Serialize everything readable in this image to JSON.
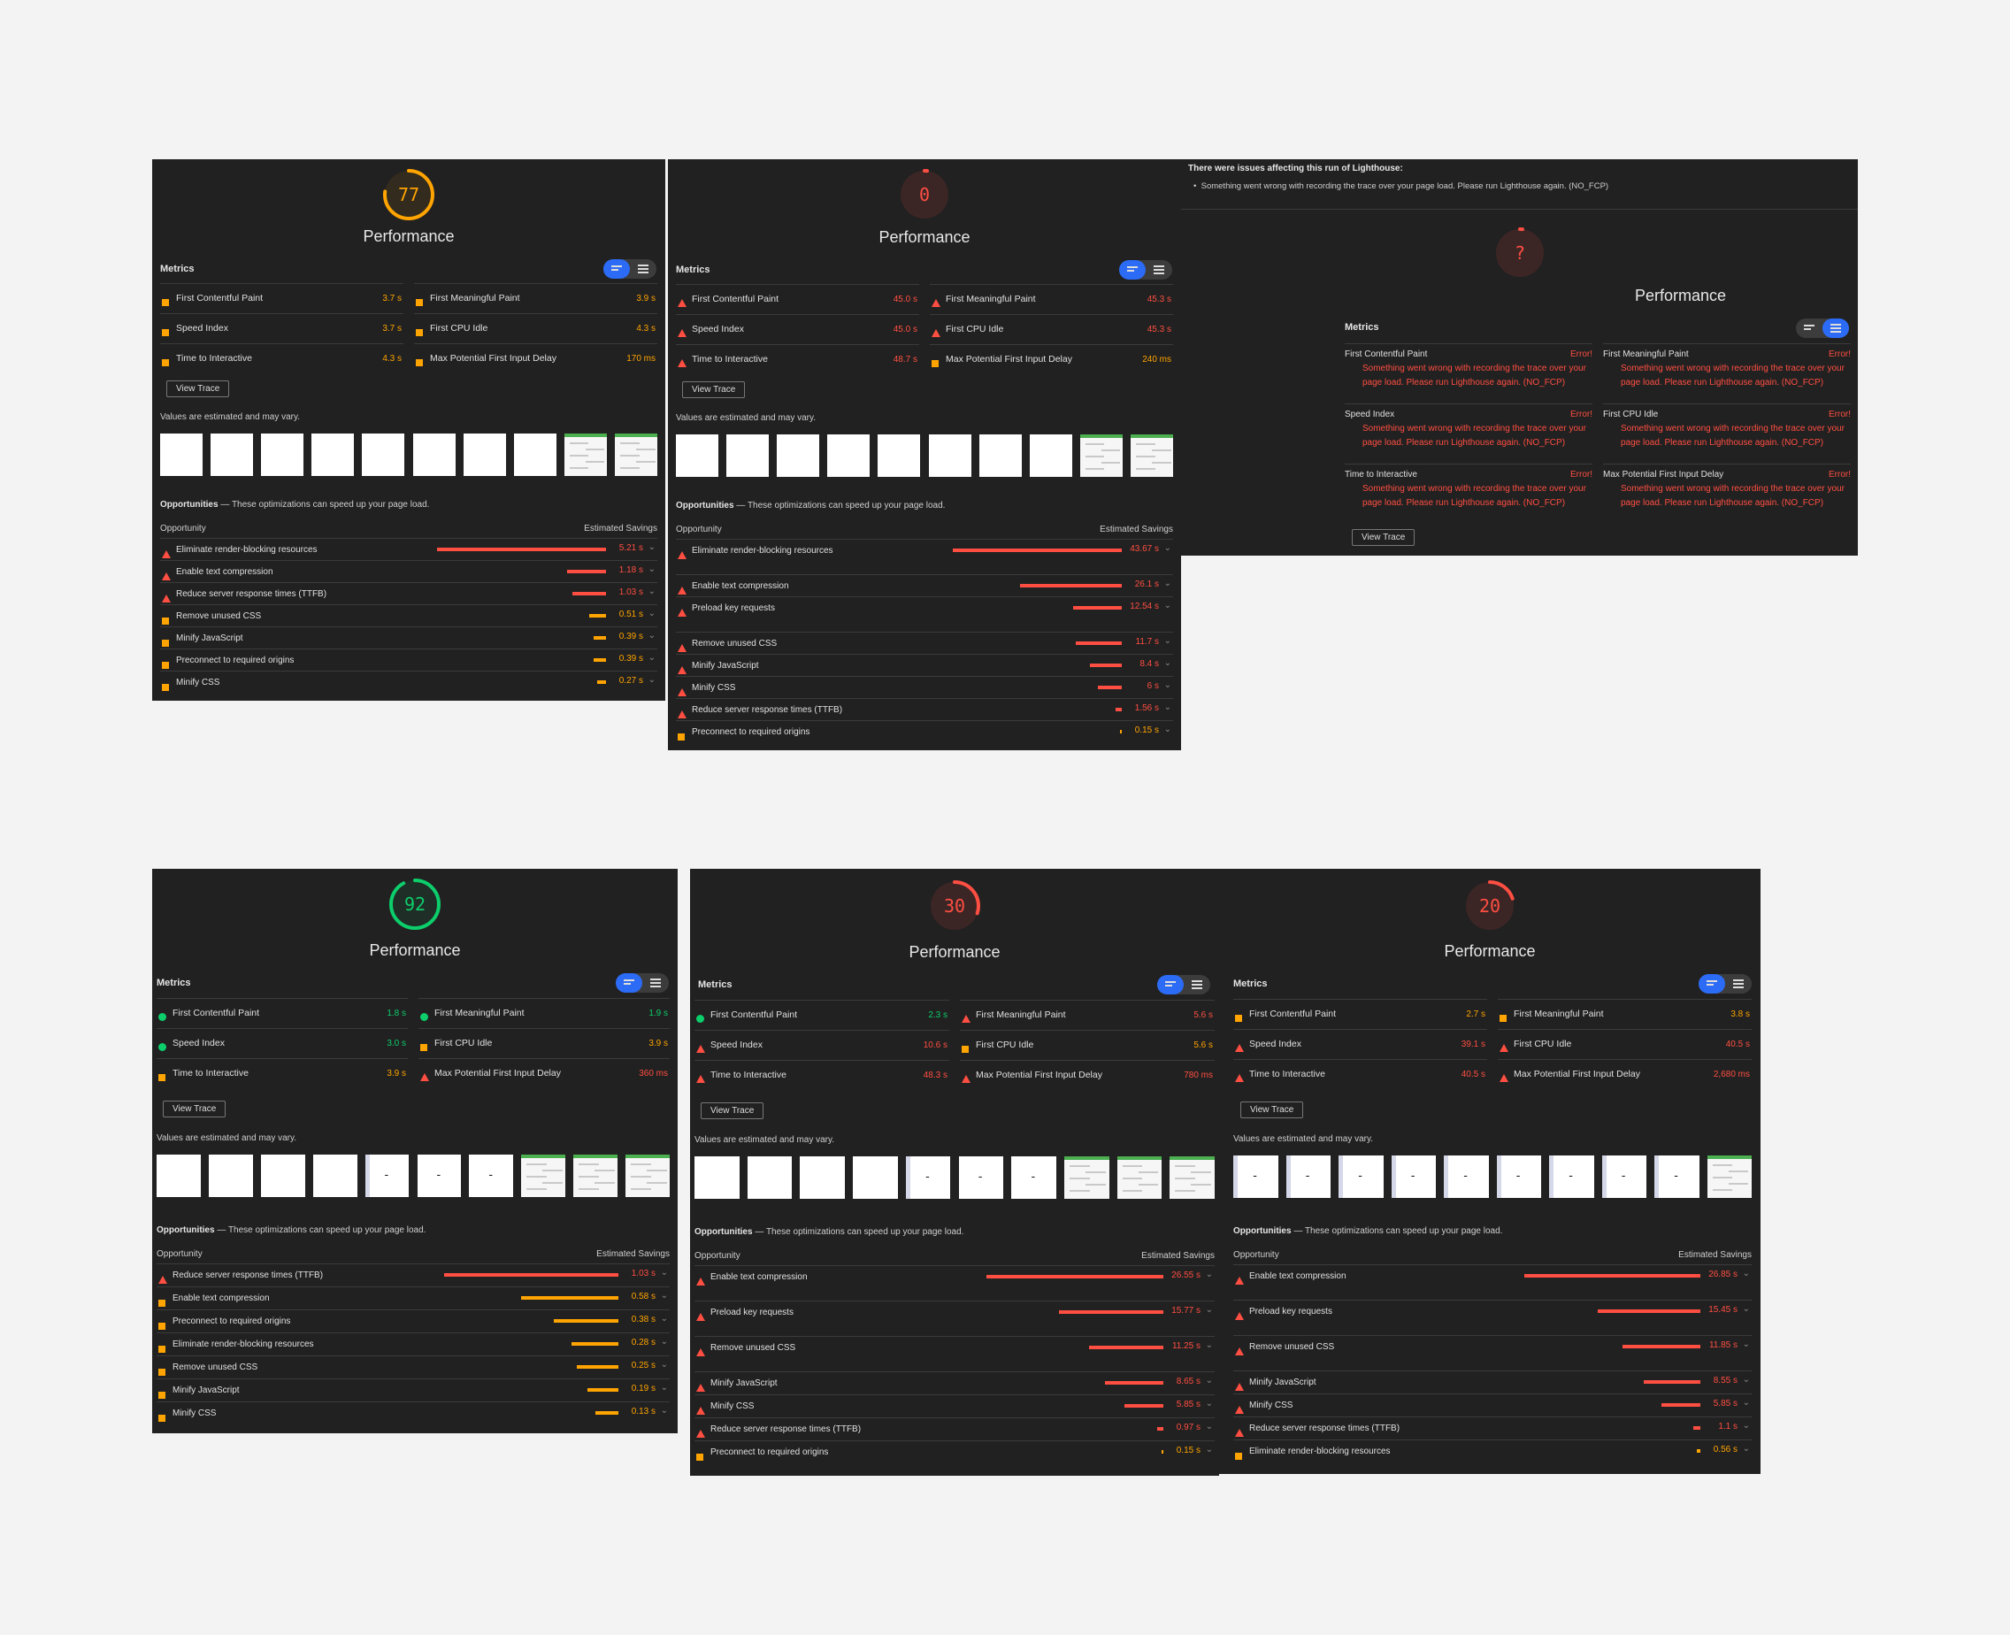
{
  "colors": {
    "pass": "#0cce6b",
    "average": "#ffa400",
    "fail": "#ff4e42",
    "accent": "#2b6bf5"
  },
  "common": {
    "performance": "Performance",
    "metrics": "Metrics",
    "view_trace": "View Trace",
    "values_vary": "Values are estimated and may vary.",
    "opportunities": "Opportunities",
    "opportunities_desc": "— These optimizations can speed up your page load.",
    "col_opportunity": "Opportunity",
    "col_savings": "Estimated Savings",
    "error": "Error!",
    "error_msg": "Something went wrong with recording the trace over your page load. Please run Lighthouse again. (NO_FCP)"
  },
  "reports": [
    {
      "score": "77",
      "score_value": 77,
      "score_status": "average",
      "metrics": [
        {
          "label": "First Contentful Paint",
          "value": "3.7 s",
          "status": "average"
        },
        {
          "label": "First Meaningful Paint",
          "value": "3.9 s",
          "status": "average"
        },
        {
          "label": "Speed Index",
          "value": "3.7 s",
          "status": "average"
        },
        {
          "label": "First CPU Idle",
          "value": "4.3 s",
          "status": "average"
        },
        {
          "label": "Time to Interactive",
          "value": "4.3 s",
          "status": "average"
        },
        {
          "label": "Max Potential First Input Delay",
          "value": "170 ms",
          "status": "average"
        }
      ],
      "thumbnails": [
        "blank",
        "blank",
        "blank",
        "blank",
        "blank",
        "blank",
        "blank",
        "blank",
        "site",
        "site"
      ],
      "opportunities": [
        {
          "label": "Eliminate render-blocking resources",
          "savings": "5.21 s",
          "status": "fail",
          "fraction": 1.0
        },
        {
          "label": "Enable text compression",
          "savings": "1.18 s",
          "status": "fail",
          "fraction": 0.23
        },
        {
          "label": "Reduce server response times (TTFB)",
          "savings": "1.03 s",
          "status": "fail",
          "fraction": 0.2
        },
        {
          "label": "Remove unused CSS",
          "savings": "0.51 s",
          "status": "average",
          "fraction": 0.1
        },
        {
          "label": "Minify JavaScript",
          "savings": "0.39 s",
          "status": "average",
          "fraction": 0.075
        },
        {
          "label": "Preconnect to required origins",
          "savings": "0.39 s",
          "status": "average",
          "fraction": 0.075
        },
        {
          "label": "Minify CSS",
          "savings": "0.27 s",
          "status": "average",
          "fraction": 0.05
        }
      ]
    },
    {
      "score": "0",
      "score_value": 0,
      "score_status": "fail",
      "metrics": [
        {
          "label": "First Contentful Paint",
          "value": "45.0 s",
          "status": "fail"
        },
        {
          "label": "First Meaningful Paint",
          "value": "45.3 s",
          "status": "fail"
        },
        {
          "label": "Speed Index",
          "value": "45.0 s",
          "status": "fail"
        },
        {
          "label": "First CPU Idle",
          "value": "45.3 s",
          "status": "fail"
        },
        {
          "label": "Time to Interactive",
          "value": "48.7 s",
          "status": "fail"
        },
        {
          "label": "Max Potential First Input Delay",
          "value": "240 ms",
          "status": "average"
        }
      ],
      "thumbnails": [
        "blank",
        "blank",
        "blank",
        "blank",
        "blank",
        "blank",
        "blank",
        "blank",
        "site",
        "site"
      ],
      "opportunities": [
        {
          "label": "Eliminate render-blocking resources",
          "savings": "43.67 s",
          "status": "fail",
          "fraction": 1.0
        },
        {
          "label": "Enable text compression",
          "savings": "26.1 s",
          "status": "fail",
          "fraction": 0.6
        },
        {
          "label": "Preload key requests",
          "savings": "12.54 s",
          "status": "fail",
          "fraction": 0.29
        },
        {
          "label": "Remove unused CSS",
          "savings": "11.7 s",
          "status": "fail",
          "fraction": 0.27
        },
        {
          "label": "Minify JavaScript",
          "savings": "8.4 s",
          "status": "fail",
          "fraction": 0.19
        },
        {
          "label": "Minify CSS",
          "savings": "6 s",
          "status": "fail",
          "fraction": 0.14
        },
        {
          "label": "Reduce server response times (TTFB)",
          "savings": "1.56 s",
          "status": "fail",
          "fraction": 0.036
        },
        {
          "label": "Preconnect to required origins",
          "savings": "0.15 s",
          "status": "average",
          "fraction": 0.004
        }
      ]
    },
    {
      "warning_title": "There were issues affecting this run of Lighthouse:",
      "warning_item": "Something went wrong with recording the trace over your page load. Please run Lighthouse again. (NO_FCP)",
      "score": "?",
      "score_status": "fail",
      "metrics": [
        {
          "label": "First Contentful Paint"
        },
        {
          "label": "First Meaningful Paint"
        },
        {
          "label": "Speed Index"
        },
        {
          "label": "First CPU Idle"
        },
        {
          "label": "Time to Interactive"
        },
        {
          "label": "Max Potential First Input Delay"
        }
      ]
    },
    {
      "score": "92",
      "score_value": 92,
      "score_status": "pass",
      "metrics": [
        {
          "label": "First Contentful Paint",
          "value": "1.8 s",
          "status": "pass"
        },
        {
          "label": "First Meaningful Paint",
          "value": "1.9 s",
          "status": "pass"
        },
        {
          "label": "Speed Index",
          "value": "3.0 s",
          "status": "pass"
        },
        {
          "label": "First CPU Idle",
          "value": "3.9 s",
          "status": "average"
        },
        {
          "label": "Time to Interactive",
          "value": "3.9 s",
          "status": "average"
        },
        {
          "label": "Max Potential First Input Delay",
          "value": "360 ms",
          "status": "fail"
        }
      ],
      "thumbnails": [
        "blank",
        "blank",
        "blank",
        "blank",
        "side",
        "dash",
        "dash",
        "site",
        "site",
        "site"
      ],
      "opportunities": [
        {
          "label": "Reduce server response times (TTFB)",
          "savings": "1.03 s",
          "status": "fail",
          "fraction": 1.0
        },
        {
          "label": "Enable text compression",
          "savings": "0.58 s",
          "status": "average",
          "fraction": 0.56
        },
        {
          "label": "Preconnect to required origins",
          "savings": "0.38 s",
          "status": "average",
          "fraction": 0.37
        },
        {
          "label": "Eliminate render-blocking resources",
          "savings": "0.28 s",
          "status": "average",
          "fraction": 0.27
        },
        {
          "label": "Remove unused CSS",
          "savings": "0.25 s",
          "status": "average",
          "fraction": 0.24
        },
        {
          "label": "Minify JavaScript",
          "savings": "0.19 s",
          "status": "average",
          "fraction": 0.18
        },
        {
          "label": "Minify CSS",
          "savings": "0.13 s",
          "status": "average",
          "fraction": 0.13
        }
      ]
    },
    {
      "score": "30",
      "score_value": 30,
      "score_status": "fail",
      "metrics": [
        {
          "label": "First Contentful Paint",
          "value": "2.3 s",
          "status": "pass"
        },
        {
          "label": "First Meaningful Paint",
          "value": "5.6 s",
          "status": "fail"
        },
        {
          "label": "Speed Index",
          "value": "10.6 s",
          "status": "fail"
        },
        {
          "label": "First CPU Idle",
          "value": "5.6 s",
          "status": "average"
        },
        {
          "label": "Time to Interactive",
          "value": "48.3 s",
          "status": "fail"
        },
        {
          "label": "Max Potential First Input Delay",
          "value": "780 ms",
          "status": "fail"
        }
      ],
      "thumbnails": [
        "blank",
        "blank",
        "blank",
        "blank",
        "side",
        "dash",
        "dash",
        "site",
        "site",
        "site"
      ],
      "opportunities": [
        {
          "label": "Enable text compression",
          "savings": "26.55 s",
          "status": "fail",
          "fraction": 1.0
        },
        {
          "label": "Preload key requests",
          "savings": "15.77 s",
          "status": "fail",
          "fraction": 0.59
        },
        {
          "label": "Remove unused CSS",
          "savings": "11.25 s",
          "status": "fail",
          "fraction": 0.42
        },
        {
          "label": "Minify JavaScript",
          "savings": "8.65 s",
          "status": "fail",
          "fraction": 0.33
        },
        {
          "label": "Minify CSS",
          "savings": "5.85 s",
          "status": "fail",
          "fraction": 0.22
        },
        {
          "label": "Reduce server response times (TTFB)",
          "savings": "0.97 s",
          "status": "fail",
          "fraction": 0.037
        },
        {
          "label": "Preconnect to required origins",
          "savings": "0.15 s",
          "status": "average",
          "fraction": 0.006
        }
      ]
    },
    {
      "score": "20",
      "score_value": 20,
      "score_status": "fail",
      "metrics": [
        {
          "label": "First Contentful Paint",
          "value": "2.7 s",
          "status": "average"
        },
        {
          "label": "First Meaningful Paint",
          "value": "3.8 s",
          "status": "average"
        },
        {
          "label": "Speed Index",
          "value": "39.1 s",
          "status": "fail"
        },
        {
          "label": "First CPU Idle",
          "value": "40.5 s",
          "status": "fail"
        },
        {
          "label": "Time to Interactive",
          "value": "40.5 s",
          "status": "fail"
        },
        {
          "label": "Max Potential First Input Delay",
          "value": "2,680 ms",
          "status": "fail"
        }
      ],
      "thumbnails": [
        "side",
        "side",
        "side",
        "side",
        "side",
        "side",
        "side",
        "side",
        "side",
        "site"
      ],
      "opportunities": [
        {
          "label": "Enable text compression",
          "savings": "26.85 s",
          "status": "fail",
          "fraction": 1.0
        },
        {
          "label": "Preload key requests",
          "savings": "15.45 s",
          "status": "fail",
          "fraction": 0.58
        },
        {
          "label": "Remove unused CSS",
          "savings": "11.85 s",
          "status": "fail",
          "fraction": 0.44
        },
        {
          "label": "Minify JavaScript",
          "savings": "8.55 s",
          "status": "fail",
          "fraction": 0.32
        },
        {
          "label": "Minify CSS",
          "savings": "5.85 s",
          "status": "fail",
          "fraction": 0.22
        },
        {
          "label": "Reduce server response times (TTFB)",
          "savings": "1.1 s",
          "status": "fail",
          "fraction": 0.041
        },
        {
          "label": "Eliminate render-blocking resources",
          "savings": "0.56 s",
          "status": "average",
          "fraction": 0.021
        }
      ]
    }
  ]
}
